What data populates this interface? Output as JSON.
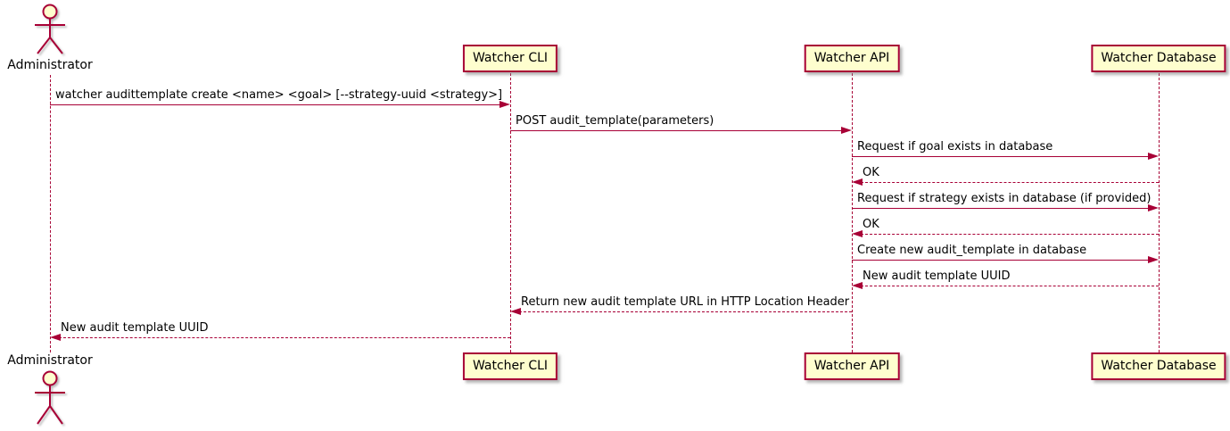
{
  "colors": {
    "border": "#A80036",
    "participant_fill": "#FEFECE",
    "text": "#000000"
  },
  "actor": {
    "id": "admin",
    "label": "Administrator"
  },
  "participants": [
    {
      "id": "cli",
      "label": "Watcher CLI"
    },
    {
      "id": "api",
      "label": "Watcher API"
    },
    {
      "id": "db",
      "label": "Watcher Database"
    }
  ],
  "messages": [
    {
      "from": "admin",
      "to": "cli",
      "line": "solid",
      "text": "watcher audittemplate create <name> <goal> [--strategy-uuid <strategy>]"
    },
    {
      "from": "cli",
      "to": "api",
      "line": "solid",
      "text": "POST audit_template(parameters)"
    },
    {
      "from": "api",
      "to": "db",
      "line": "solid",
      "text": "Request if goal exists in database"
    },
    {
      "from": "db",
      "to": "api",
      "line": "dashed",
      "text": "OK"
    },
    {
      "from": "api",
      "to": "db",
      "line": "solid",
      "text": "Request if strategy exists in database (if provided)"
    },
    {
      "from": "db",
      "to": "api",
      "line": "dashed",
      "text": "OK"
    },
    {
      "from": "api",
      "to": "db",
      "line": "solid",
      "text": "Create new audit_template in database"
    },
    {
      "from": "db",
      "to": "api",
      "line": "dashed",
      "text": "New audit template UUID"
    },
    {
      "from": "api",
      "to": "cli",
      "line": "dashed",
      "text": "Return new audit template URL in HTTP Location Header"
    },
    {
      "from": "cli",
      "to": "admin",
      "line": "dashed",
      "text": "New audit template UUID"
    }
  ]
}
